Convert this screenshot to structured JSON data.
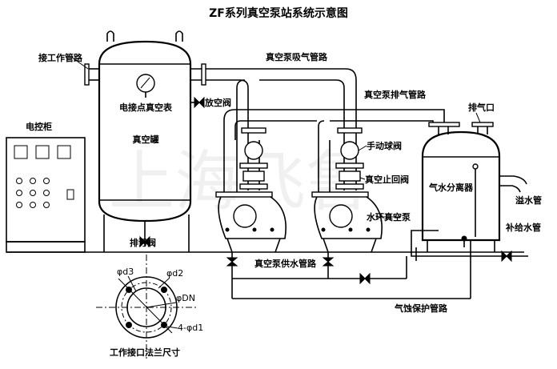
{
  "title": "ZF系列真空泵站系统示意图",
  "labels": {
    "work_interface_pipe": "接工作管路",
    "control_cabinet": "电控柜",
    "vacuum_pump_suction_pipe": "真空泵吸气管路",
    "vacuum_pump_exhaust_pipe": "真空泵排气管路",
    "contact_vacuum_gauge": "电接点真空表",
    "vent_valve": "放空阀",
    "vacuum_tank": "真空罐",
    "exhaust_port": "排气口",
    "manual_ball_valve": "手动球阀",
    "vacuum_check_valve": "真空止回阀",
    "gas_water_separator": "气水分离器",
    "overflow_pipe": "溢水管",
    "water_ring_vacuum_pump": "水环真空泵",
    "drain_valve": "排污阀",
    "makeup_water_pipe": "补给水管",
    "pump_water_supply_pipe": "真空泵供水管路",
    "cavitation_protection_pipe": "气蚀保护管路",
    "flange_caption": "工作接口法兰尺寸"
  },
  "flange_dims": {
    "d3": "φd3",
    "d2": "φd2",
    "dn": "φDN",
    "holes": "4-φd1"
  },
  "watermark": "上海飞鲁"
}
